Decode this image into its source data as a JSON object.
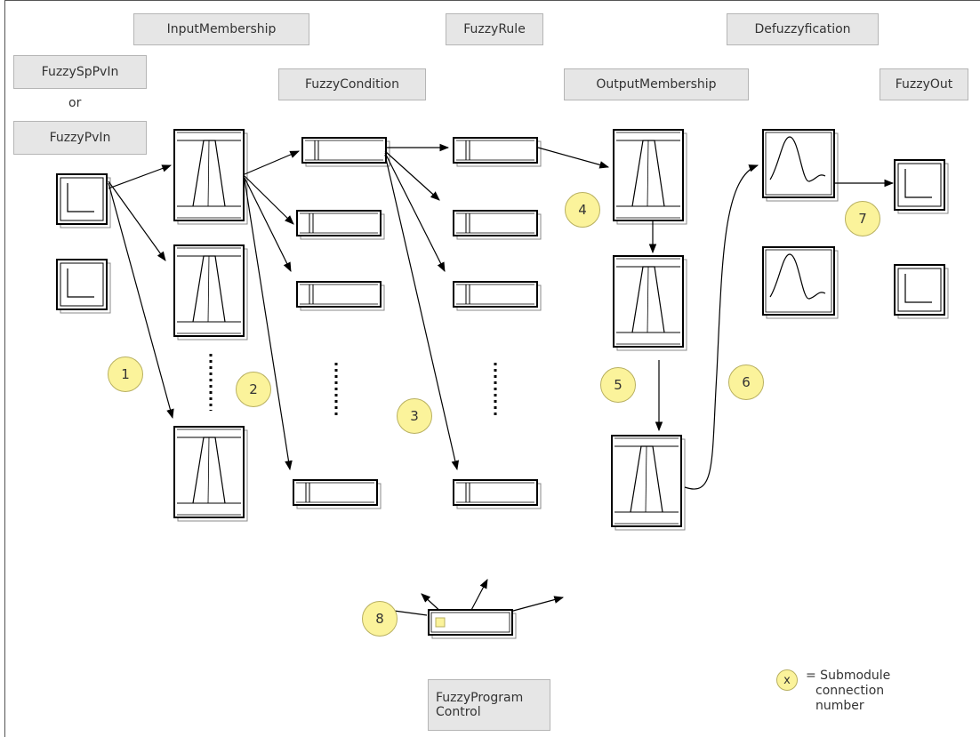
{
  "labels": {
    "input_membership": "InputMembership",
    "fuzzy_rule": "FuzzyRule",
    "defuzzyfication": "Defuzzyfication",
    "fuzzy_sp_pv_in": "FuzzySpPvIn",
    "or": "or",
    "fuzzy_pv_in": "FuzzyPvIn",
    "fuzzy_condition": "FuzzyCondition",
    "output_membership": "OutputMembership",
    "fuzzy_out": "FuzzyOut",
    "fuzzy_program_control_line1": "FuzzyProgram",
    "fuzzy_program_control_line2": "Control"
  },
  "badges": [
    "1",
    "2",
    "3",
    "4",
    "5",
    "6",
    "7",
    "8"
  ],
  "legend": {
    "symbol": "x",
    "line1": "= Submodule",
    "line2": "connection",
    "line3": "number"
  },
  "colors": {
    "badge_fill": "#fbf39b",
    "label_fill": "#e6e6e6",
    "stroke": "#000000"
  }
}
